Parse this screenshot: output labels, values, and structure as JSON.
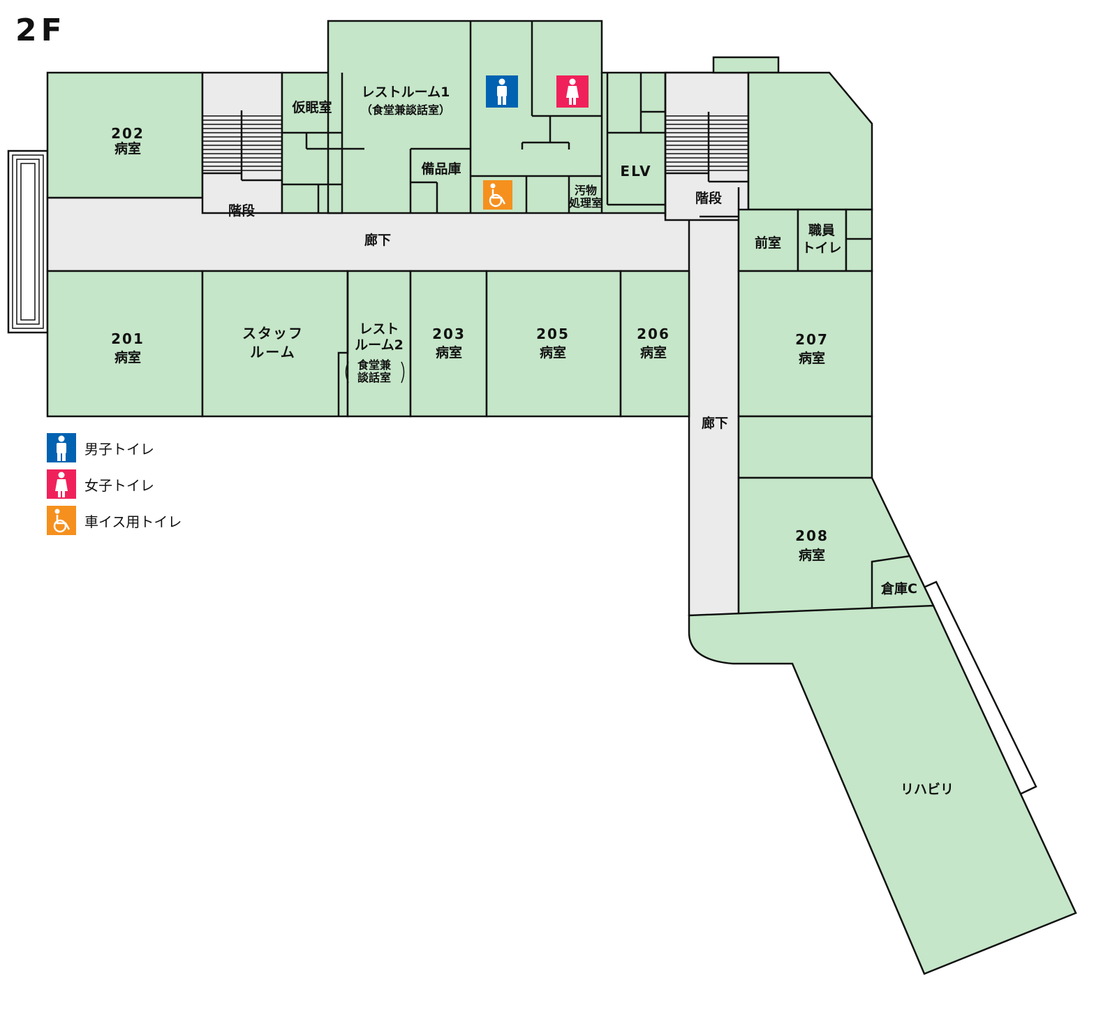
{
  "floor": "2F",
  "colors": {
    "room": "#c5e6c8",
    "corridor": "#ebebeb",
    "male": "#0062b1",
    "female": "#f0215a",
    "accessible": "#f5901e"
  },
  "rooms": {
    "r202_num": "202",
    "r202_sub": "病室",
    "r201_num": "201",
    "r201_sub": "病室",
    "staff_1": "スタッフ",
    "staff_2": "ルーム",
    "rest2_1": "レスト",
    "rest2_2": "ルーム2",
    "rest2_3": "食堂兼",
    "rest2_4": "談話室",
    "r203_num": "203",
    "r203_sub": "病室",
    "r205_num": "205",
    "r205_sub": "病室",
    "r206_num": "206",
    "r206_sub": "病室",
    "r207_num": "207",
    "r207_sub": "病室",
    "r208_num": "208",
    "r208_sub": "病室",
    "nap": "仮眠室",
    "rest1_1": "レストルーム1",
    "rest1_2": "（食堂兼談話室）",
    "supply": "備品庫",
    "dirty_1": "汚物",
    "dirty_2": "処理室",
    "elv": "ELV",
    "stairs_left": "階段",
    "stairs_right": "階段",
    "corridor_h": "廊下",
    "corridor_v": "廊下",
    "anteroom": "前室",
    "staff_toilet_1": "職員",
    "staff_toilet_2": "トイレ",
    "storage_c": "倉庫C",
    "rehab": "リハビリ"
  },
  "legend": [
    {
      "icon": "male-icon",
      "label": "男子トイレ"
    },
    {
      "icon": "female-icon",
      "label": "女子トイレ"
    },
    {
      "icon": "wheelchair-icon",
      "label": "車イス用トイレ"
    }
  ]
}
